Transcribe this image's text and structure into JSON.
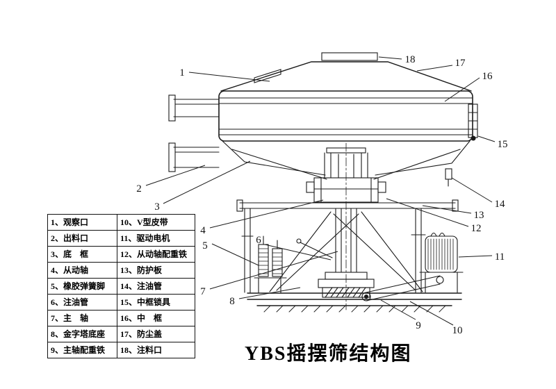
{
  "title": "YBS摇摆筛结构图",
  "legend": {
    "rows": [
      {
        "left": "1、观察口",
        "right": "10、V型皮带"
      },
      {
        "left": "2、出料口",
        "right": "11、驱动电机"
      },
      {
        "left": "3、底　框",
        "right": "12、从动轴配重铁"
      },
      {
        "left": "4、从动轴",
        "right": "13、防护板"
      },
      {
        "left": "5、橡胶弹簧脚",
        "right": "14、注油管"
      },
      {
        "left": "6、注油管",
        "right": "15、中框锁具"
      },
      {
        "left": "7、主　轴",
        "right": "16、中　框"
      },
      {
        "left": "8、金字塔底座",
        "right": "17、防尘盖"
      },
      {
        "left": "9、主轴配重铁",
        "right": "18、注料口"
      }
    ]
  },
  "callouts": [
    "1",
    "2",
    "3",
    "4",
    "5",
    "6",
    "7",
    "8",
    "9",
    "10",
    "11",
    "12",
    "13",
    "14",
    "15",
    "16",
    "17",
    "18"
  ],
  "colors": {
    "ink": "#1a1a1a",
    "background": "#ffffff"
  }
}
